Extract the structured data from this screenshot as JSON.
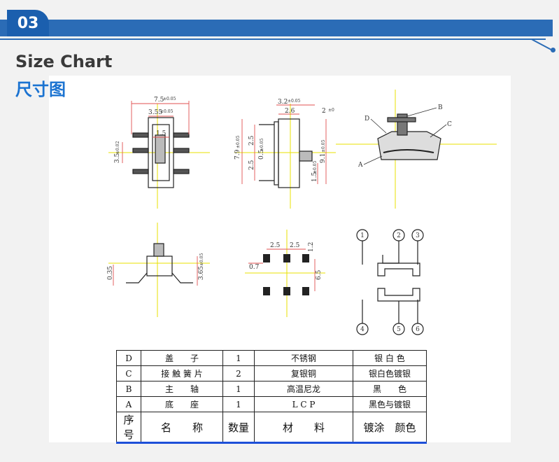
{
  "header": {
    "section_number": "03"
  },
  "titles": {
    "english": "Size Chart",
    "chinese": "尺寸图"
  },
  "dimensions": {
    "top": {
      "width_total": "7.5",
      "tol_w": "±0.05",
      "inner": "3.55",
      "tol_inner": "±0.05",
      "pitch": "1.5",
      "height": "3.5",
      "tol_h": "±0.02"
    },
    "side": {
      "d32": "3.2",
      "tol_32": "±0.05",
      "d26": "2.6",
      "d2": "2",
      "tol_2": "±0",
      "d79": "7.9",
      "tol_79": "±0.05",
      "d25a": "2.5",
      "d25b": "2.5",
      "d05": "0.5",
      "tol_05": "±0.05",
      "d91": "9.1",
      "tol_91": "±0.05",
      "d15": "1.5",
      "tol_15": "±0.05"
    },
    "section": {
      "label_a": "A",
      "label_b": "B",
      "label_c": "C",
      "label_d": "D"
    },
    "front": {
      "d035": "0.35",
      "d365": "3.65",
      "tol_365": "±0.05"
    },
    "pcb": {
      "p1": "2.5",
      "p2": "2.5",
      "d12": "1.2",
      "d07": "0.7",
      "d65": "6.5"
    },
    "circuit": {
      "n1": "1",
      "n2": "2",
      "n3": "3",
      "n4": "4",
      "n5": "5",
      "n6": "6"
    }
  },
  "bom": {
    "rows": [
      {
        "code": "D",
        "name": "盖　　子",
        "qty": "1",
        "material": "不锈钢",
        "finish": "银 白 色"
      },
      {
        "code": "C",
        "name": "接 触 簧 片",
        "qty": "2",
        "material": "复银铜",
        "finish": "银白色镀银"
      },
      {
        "code": "B",
        "name": "主　　轴",
        "qty": "1",
        "material": "高温尼龙",
        "finish": "黑　　色"
      },
      {
        "code": "A",
        "name": "底　　座",
        "qty": "1",
        "material": "L C P",
        "finish": "黑色与镀银"
      }
    ],
    "header": {
      "code": "序号",
      "name": "名　　称",
      "qty": "数量",
      "material": "材　　料",
      "finish": "镀涂　颜色"
    }
  }
}
